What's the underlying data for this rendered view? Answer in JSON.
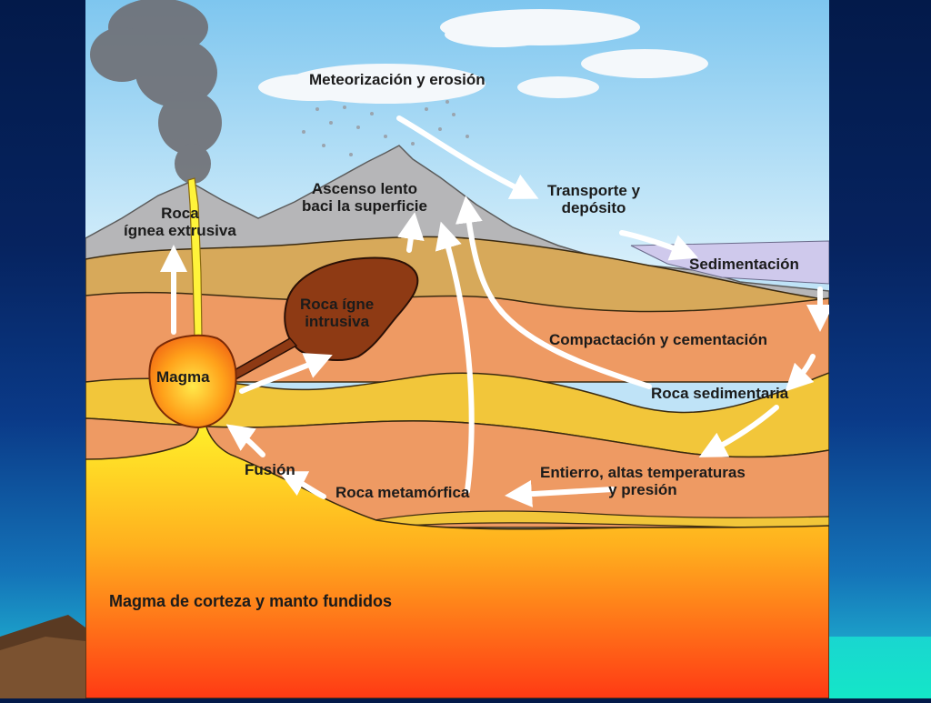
{
  "diagram": {
    "labels": {
      "weathering": "Meteorización y erosión",
      "ascent_line1": "Ascenso lento",
      "ascent_line2": "baci la superficie",
      "transport_line1": "Transporte y",
      "transport_line2": "depósito",
      "sedimentation": "Sedimentación",
      "extrusive_line1": "Roca",
      "extrusive_line2": "ígnea extrusiva",
      "intrusive_line1": "Roca ígne",
      "intrusive_line2": "intrusiva",
      "magma": "Magma",
      "compaction": "Compactación y cementación",
      "sedimentary_rock": "Roca sedimentaria",
      "burial_line1": "Entierro, altas temperaturas",
      "burial_line2": "y presión",
      "metamorphic_rock": "Roca metamórfica",
      "melting": "Fusión",
      "mantle_magma": "Magma de corteza y manto fundidos"
    },
    "colors": {
      "sky": "#bfe3f7",
      "mountain": "#b6b6b8",
      "ochre_layer": "#d7a95a",
      "orange_layer": "#ee9a63",
      "yellow_layer": "#f2c63a",
      "intrusive_rock": "#8e3a14",
      "magma_core": "#ff9b1a",
      "deep_magma_top": "#fff22a",
      "deep_magma_bottom": "#ff3a14",
      "sediment": "#cfc9ec",
      "arrow": "#ffffff"
    }
  }
}
